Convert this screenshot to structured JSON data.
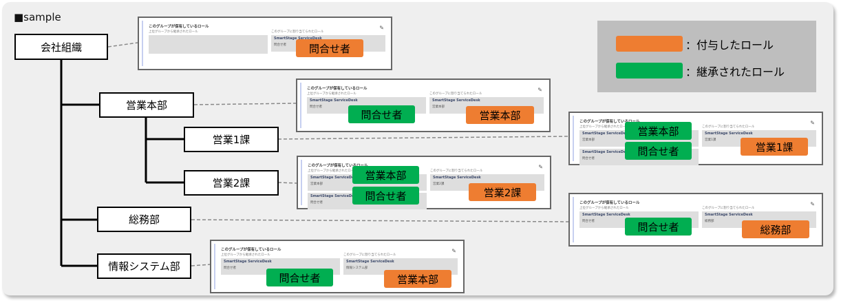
{
  "sample_label": "■sample",
  "colors": {
    "assigned": "#ee7d31",
    "inherited": "#01ae51"
  },
  "legend": {
    "assigned": "：付与したロール",
    "inherited": "：継承されたロール"
  },
  "nodes": {
    "company": "会社組織",
    "sales_hq": "営業本部",
    "sales1": "営業1課",
    "sales2": "営業2課",
    "general_affairs": "総務部",
    "info_systems": "情報システム部"
  },
  "card_common": {
    "title": "このグループが保有しているロール",
    "inherited_label": "上位グループから継承されたロール",
    "assigned_label": "このグループに割り当てられたロール",
    "product": "SmartStage ServiceDesk"
  },
  "cards": {
    "company": {
      "assigned": [
        {
          "sub": "問合せ者"
        }
      ],
      "badges": {
        "assigned": [
          "問合せ者"
        ]
      }
    },
    "sales_hq": {
      "inherited": [
        {
          "sub": "問合せ者"
        }
      ],
      "assigned": [
        {
          "sub": "営業本部"
        }
      ],
      "badges": {
        "inherited": [
          "問合せ者"
        ],
        "assigned": [
          "営業本部"
        ]
      }
    },
    "sales1": {
      "inherited": [
        {
          "sub": "営業本部"
        },
        {
          "sub": "問合せ者"
        }
      ],
      "assigned": [
        {
          "sub": "営業1課"
        }
      ],
      "badges": {
        "inherited": [
          "営業本部",
          "問合せ者"
        ],
        "assigned": [
          "営業1課"
        ]
      }
    },
    "sales2": {
      "inherited": [
        {
          "sub": "営業本部"
        },
        {
          "sub": "問合せ者"
        }
      ],
      "assigned": [
        {
          "sub": "営業2課"
        }
      ],
      "badges": {
        "inherited": [
          "営業本部",
          "問合せ者"
        ],
        "assigned": [
          "営業2課"
        ]
      }
    },
    "general_affairs": {
      "inherited": [
        {
          "sub": "問合せ者"
        }
      ],
      "assigned": [
        {
          "sub": "総務部"
        }
      ],
      "badges": {
        "inherited": [
          "問合せ者"
        ],
        "assigned": [
          "総務部"
        ]
      }
    },
    "info_systems": {
      "inherited": [
        {
          "sub": "問合せ者"
        }
      ],
      "assigned": [
        {
          "sub": "情報システム部"
        }
      ],
      "badges": {
        "inherited": [
          "問合せ者"
        ],
        "assigned": [
          "営業本部"
        ]
      }
    }
  }
}
